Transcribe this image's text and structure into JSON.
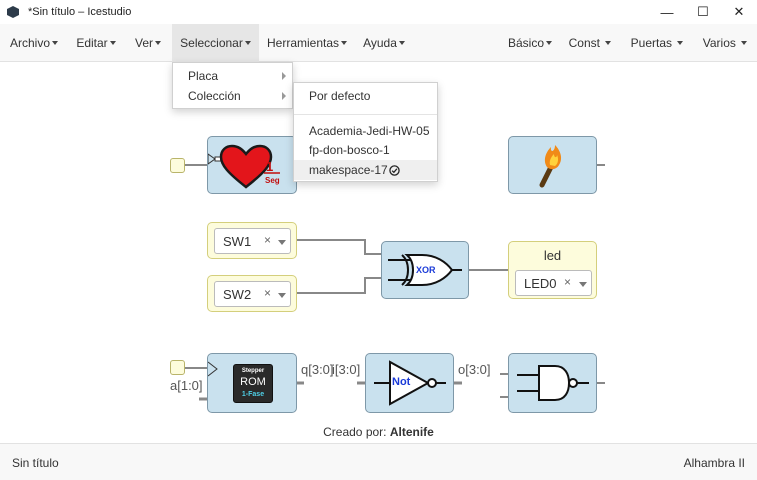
{
  "window": {
    "title": "*Sin título – Icestudio",
    "minimize": "—",
    "maximize": "☐",
    "close": "✕"
  },
  "menubar": {
    "left": [
      {
        "label": "Archivo"
      },
      {
        "label": "Editar"
      },
      {
        "label": "Ver"
      },
      {
        "label": "Seleccionar"
      },
      {
        "label": "Herramientas"
      },
      {
        "label": "Ayuda"
      }
    ],
    "right": [
      {
        "label": "Básico"
      },
      {
        "label": "Const"
      },
      {
        "label": "Puertas"
      },
      {
        "label": "Varios"
      }
    ],
    "active": "Seleccionar"
  },
  "seleccionar_menu": {
    "items": [
      {
        "label": "Placa"
      },
      {
        "label": "Colección"
      }
    ]
  },
  "coleccion_submenu": {
    "items": [
      {
        "label": "Por defecto"
      },
      {
        "label": "Academia-Jedi-HW-05"
      },
      {
        "label": "fp-don-bosco-1"
      },
      {
        "label": "makespace-17"
      }
    ],
    "selected": "makespace-17",
    "check_icon": "check-circle-icon"
  },
  "circuit": {
    "heart_block": {
      "num": "1",
      "unit": "Seg"
    },
    "sw1": {
      "value": "SW1",
      "clear": "×"
    },
    "sw2": {
      "value": "SW2",
      "clear": "×"
    },
    "xor_label": "XOR",
    "led": {
      "title": "led",
      "value": "LED0",
      "clear": "×"
    },
    "rom": {
      "line1": "Stepper",
      "line2": "ROM",
      "line3": "1-Fase"
    },
    "not_label": "Not",
    "labels": {
      "a_in": "a[1:0]",
      "q_out": "q[3:0]",
      "i_in": "i[3:0]",
      "o_out": "o[3:0]"
    }
  },
  "credits": {
    "prefix": "Creado por:",
    "author": "Altenife"
  },
  "status": {
    "left": "Sin título",
    "right": "Alhambra II"
  }
}
